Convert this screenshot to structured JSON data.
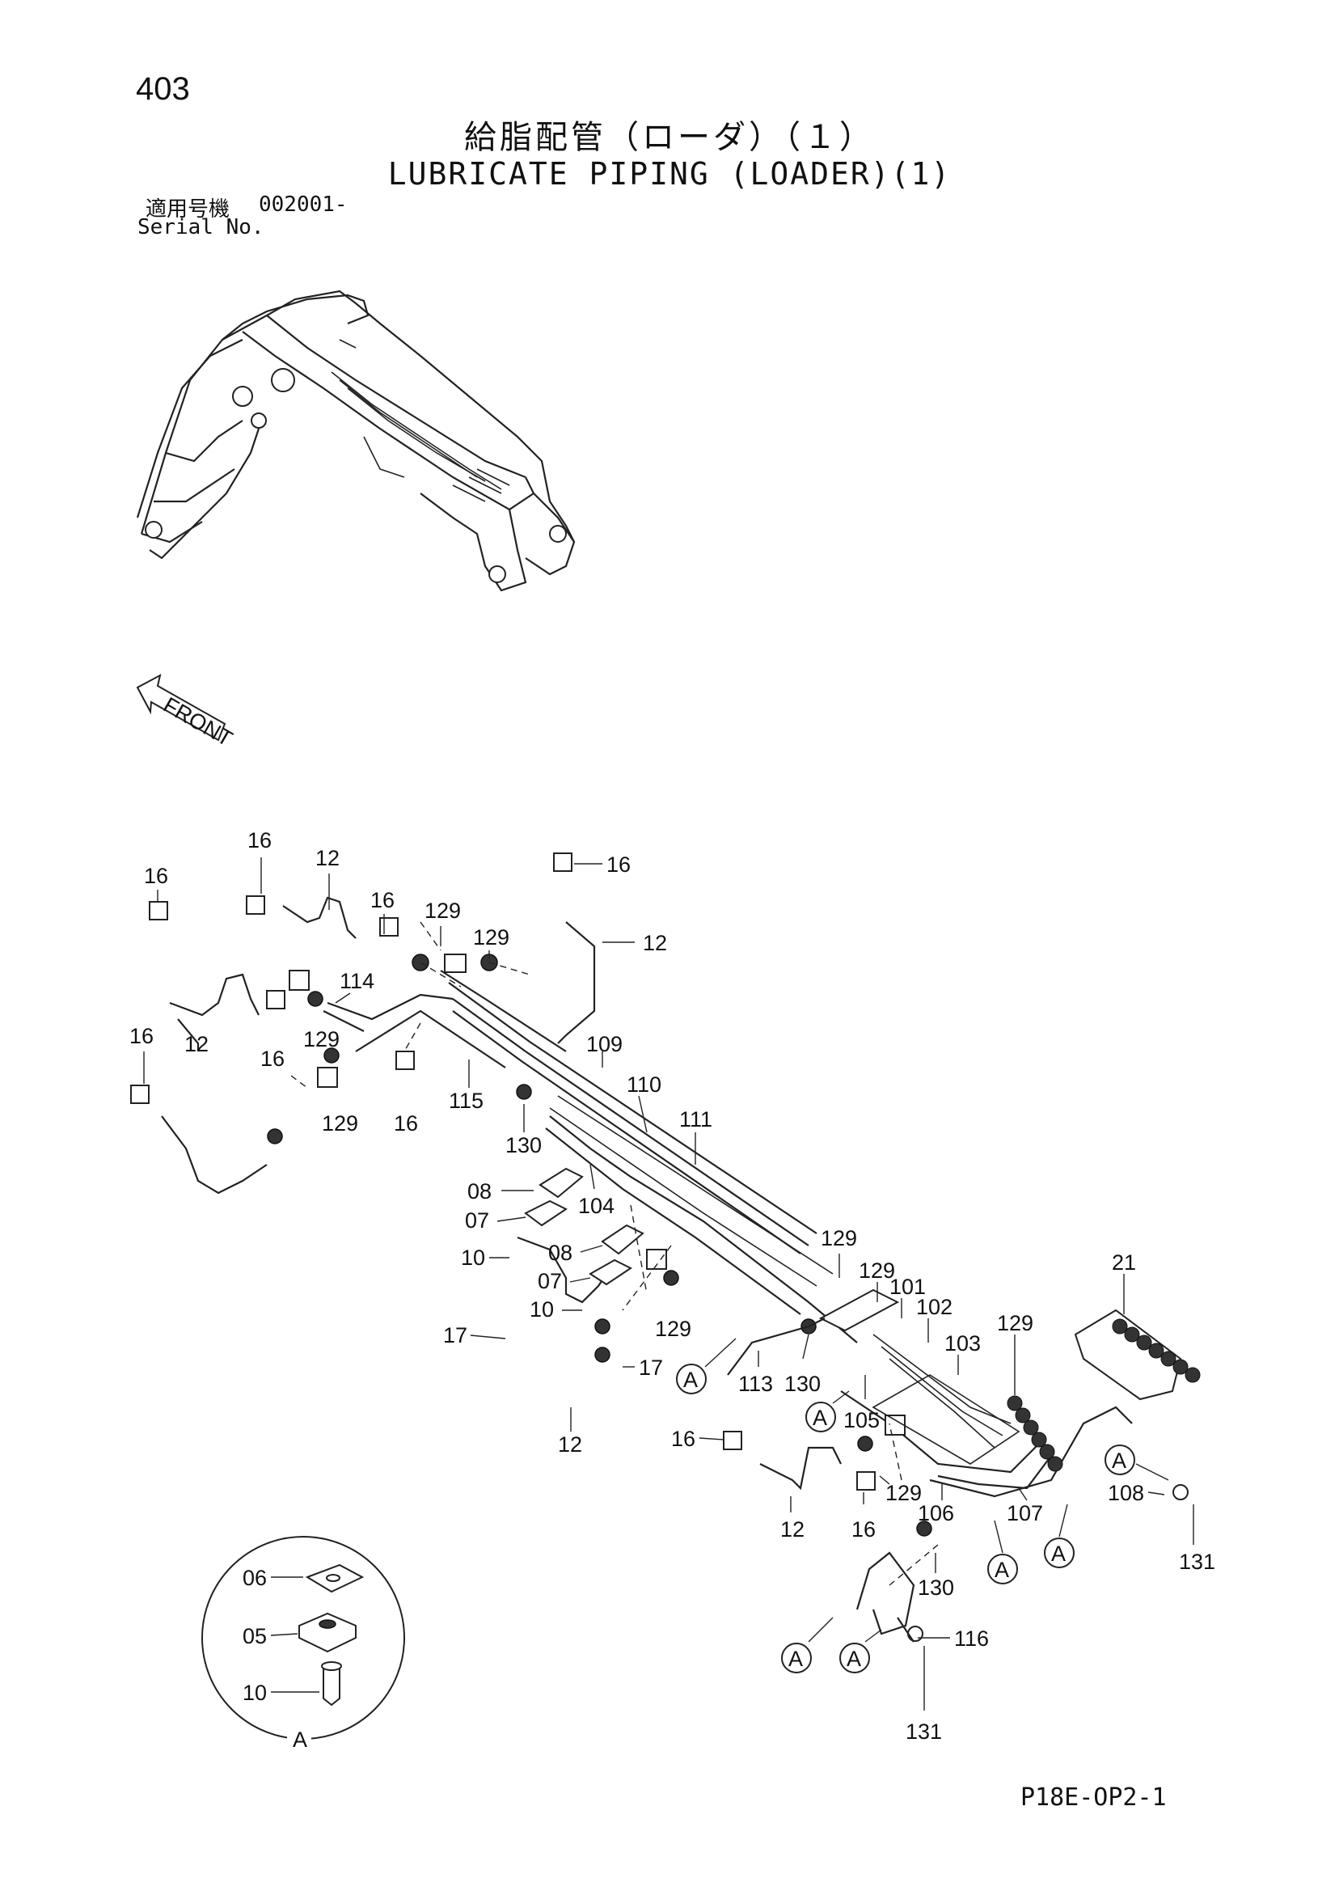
{
  "page_number": "403",
  "title_jp": "給脂配管（ローダ）（１）",
  "title_en": "LUBRICATE PIPING (LOADER)(1)",
  "serial_label_jp": "適用号機",
  "serial_value": "002001-",
  "serial_label_en": "Serial No.",
  "drawing_code": "P18E-OP2-1",
  "front_label": "FRONT",
  "detail_label": "A",
  "callout_marker": "A",
  "parts": {
    "p05": "05",
    "p06": "06",
    "p07": "07",
    "p08": "08",
    "p10": "10",
    "p12": "12",
    "p16": "16",
    "p17": "17",
    "p21": "21",
    "p101": "101",
    "p102": "102",
    "p103": "103",
    "p104": "104",
    "p105": "105",
    "p106": "106",
    "p107": "107",
    "p108": "108",
    "p109": "109",
    "p110": "110",
    "p111": "111",
    "p113": "113",
    "p114": "114",
    "p115": "115",
    "p116": "116",
    "p129": "129",
    "p130": "130",
    "p131": "131"
  }
}
